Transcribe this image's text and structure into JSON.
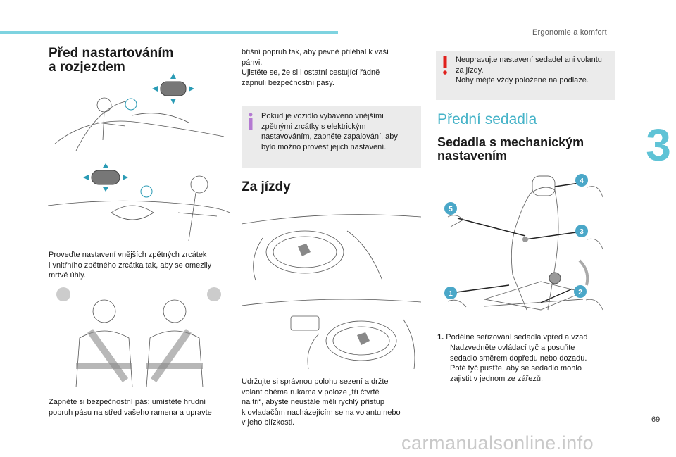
{
  "header": {
    "chapter_title": "Ergonomie a komfort",
    "chapter_number": "3",
    "page_number": "69"
  },
  "col1": {
    "title_line1": "Před nastartováním",
    "title_line2": "a rozjezdem",
    "text_mirrors_1": "Proveďte nastavení vnějších zpětných zrcátek",
    "text_mirrors_2": "i vnitřního zpětného zrcátka tak, aby se omezily",
    "text_mirrors_3": "mrtvé úhly.",
    "text_belt_1": "Zapněte si bezpečnostní pás: umístěte hrudní",
    "text_belt_2": "popruh pásu na střed vašeho ramena a upravte"
  },
  "col2": {
    "belt_cont_1": "břišní popruh tak, aby pevně přiléhal k vaší",
    "belt_cont_2": "pánvi.",
    "belt_cont_3": "Ujistěte se, že si i ostatní cestující řádně",
    "belt_cont_4": "zapnuli bezpečnostní pásy.",
    "info_1": "Pokud je vozidlo vybaveno vnějšími",
    "info_2": "zpětnými zrcátky s elektrickým",
    "info_3": "nastavováním, zapněte zapalování, aby",
    "info_4": "bylo možno provést jejich nastavení.",
    "title_driving": "Za jízdy",
    "drive_1": "Udržujte si správnou polohu sezení a držte",
    "drive_2": "volant oběma rukama v poloze „tři čtvrtě",
    "drive_3": "na tři“, abyste neustále měli rychlý přístup",
    "drive_4": "k ovladačům nacházejícím se na volantu nebo",
    "drive_5": "v jeho blízkosti."
  },
  "col3": {
    "warn_1": "Neupravujte nastavení sedadel ani volantu",
    "warn_2": "za jízdy.",
    "warn_3": "Nohy mějte vždy položené na podlaze.",
    "title_front_seats": "Přední sedadla",
    "subtitle_1": "Sedadla s mechanickým",
    "subtitle_2": "nastavením",
    "callouts": [
      "1",
      "2",
      "3",
      "4",
      "5"
    ],
    "item1_num": "1.",
    "item1_title": "Podélné seřizování sedadla vpřed a vzad",
    "bullet_mark": "",
    "bullet1_1": "Nadzvedněte ovládací tyč a posuňte",
    "bullet1_2": "sedadlo směrem dopředu nebo dozadu.",
    "bullet2_1": "Poté tyč pusťte, aby se sedadlo mohlo",
    "bullet2_2": "zajistit v jednom ze zářezů."
  },
  "footer": {
    "watermark": "carmanualsonline.info"
  },
  "colors": {
    "accent": "#5fc3d6",
    "info_icon": "#b47ad2",
    "warn_icon": "#e0201c",
    "callout": "#4aa7c8"
  }
}
